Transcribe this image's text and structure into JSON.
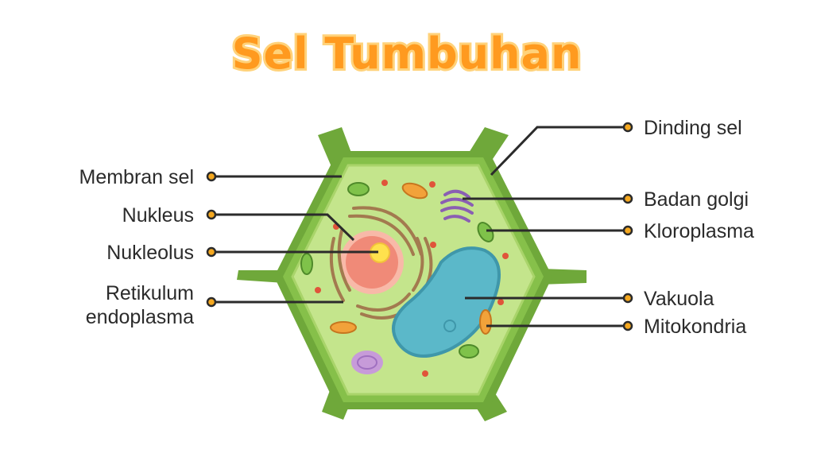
{
  "title": "Sel Tumbuhan",
  "labels": {
    "membran_sel": "Membran sel",
    "nukleus": "Nukleus",
    "nukleolus": "Nukleolus",
    "retikulum_line1": "Retikulum",
    "retikulum_line2": "endoplasma",
    "dinding_sel": "Dinding sel",
    "badan_golgi": "Badan golgi",
    "kloroplasma": "Kloroplasma",
    "vakuola": "Vakuola",
    "mitokondria": "Mitokondria"
  },
  "colors": {
    "title": "#ff9a1f",
    "cell_wall": "#6fa83a",
    "cytoplasm": "#c4e58c",
    "vacuole": "#5bb8c9",
    "nucleus": "#f08a78",
    "nucleolus": "#ffe14d",
    "leader": "#2b2b2b",
    "leader_dot": "#f5a81f"
  }
}
